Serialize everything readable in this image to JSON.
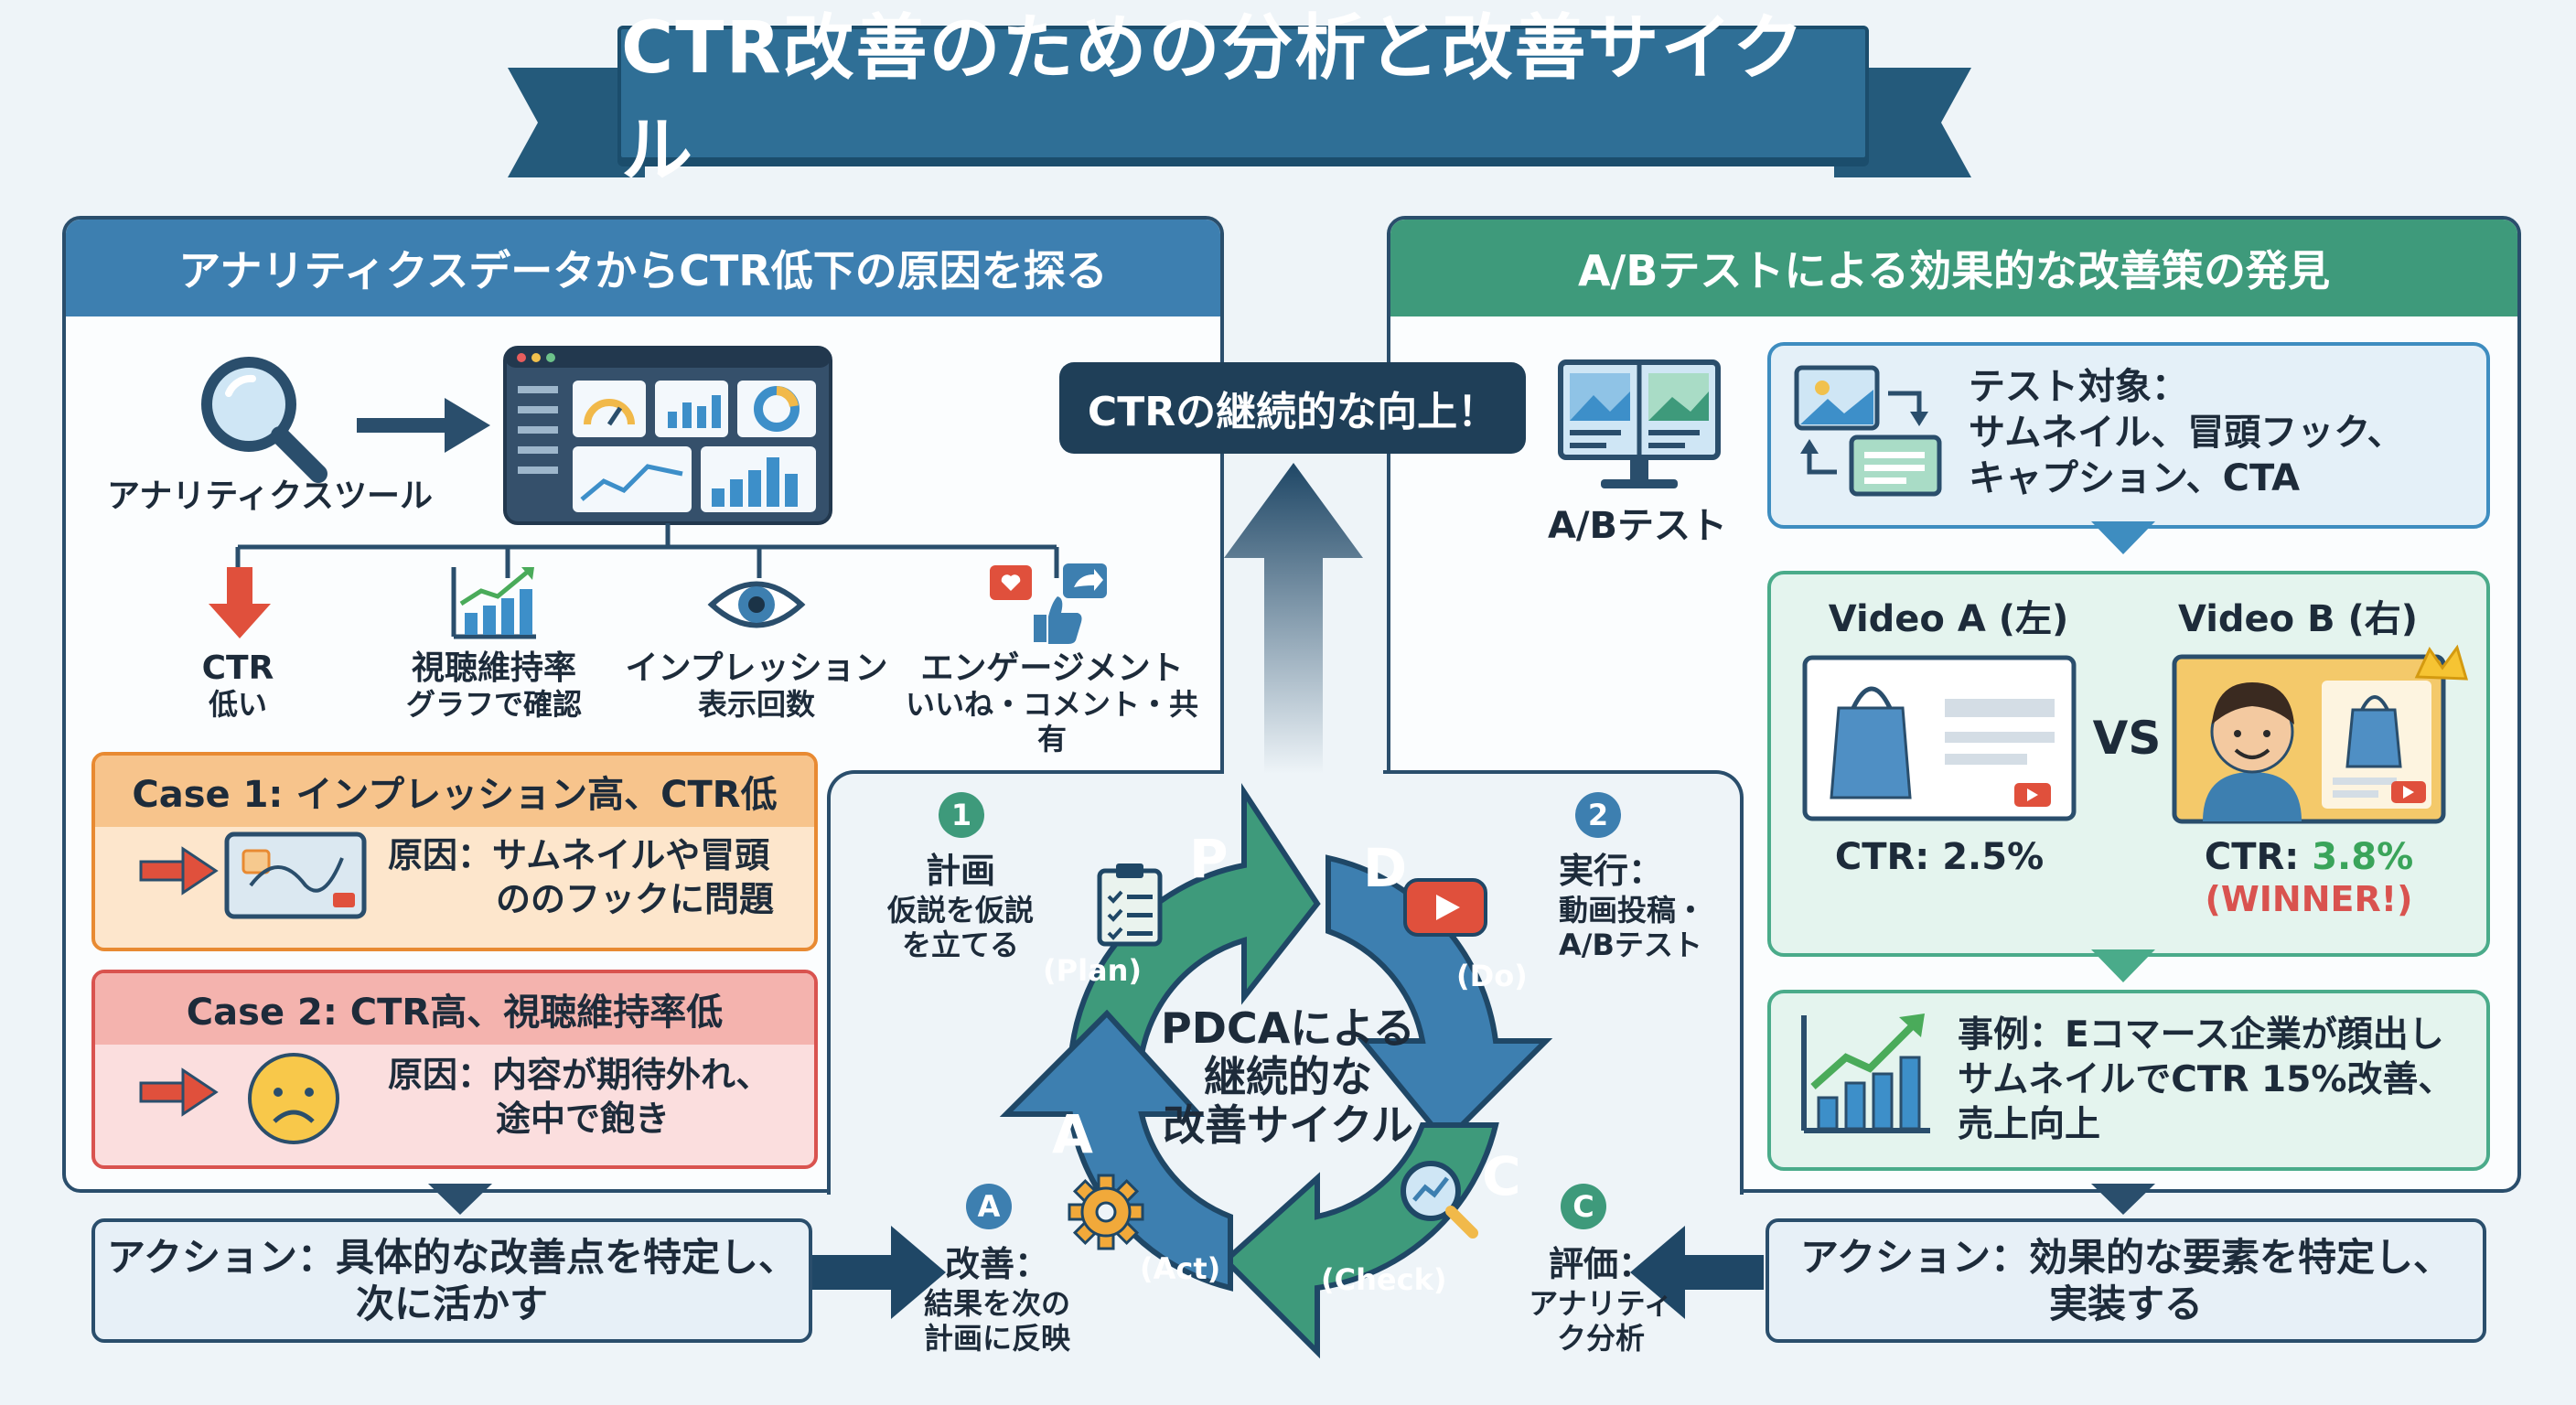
{
  "title": "CTR改善のための分析と改善サイクル",
  "center_badge": "CTRの継続的な向上！",
  "left": {
    "header": "アナリティクスデータからCTR低下の原因を探る",
    "tool_label": "アナリティクスツール",
    "metrics": [
      {
        "line1": "CTR",
        "line2": "低い"
      },
      {
        "line1": "視聴維持率",
        "line2": "グラフで確認"
      },
      {
        "line1": "インプレッション",
        "line2": "表示回数"
      },
      {
        "line1": "エンゲージメント",
        "line2": "いいね・コメント・共有"
      }
    ],
    "case1": {
      "title": "Case 1: インプレッション高、CTR低",
      "line1": "原因：サムネイルや冒頭",
      "line2": "ののフックに問題"
    },
    "case2": {
      "title": "Case 2: CTR高、視聴維持率低",
      "line1": "原因：内容が期待外れ、",
      "line2": "途中で飽き"
    },
    "action_line1": "アクション：具体的な改善点を特定し、",
    "action_line2": "次に活かす"
  },
  "right": {
    "header": "A/Bテストによる効果的な改善策の発見",
    "ab_label": "A/Bテスト",
    "target_line1": "テスト対象：",
    "target_line2": "サムネイル、冒頭フック、",
    "target_line3": "キャプション、CTA",
    "video_a": "Video A (左)",
    "video_b": "Video B (右)",
    "vs": "VS",
    "ctr_a": "CTR: 2.5%",
    "ctr_b_label": "CTR: ",
    "ctr_b_value": "3.8%",
    "winner": "(WINNER!)",
    "example_line1": "事例：Eコマース企業が顔出し",
    "example_line2": "サムネイルでCTR 15%改善、",
    "example_line3": "売上向上",
    "action_line1": "アクション：効果的な要素を特定し、",
    "action_line2": "実装する"
  },
  "cycle": {
    "center_line1": "PDCAによる",
    "center_line2": "継続的な",
    "center_line3": "改善サイクル",
    "steps": [
      {
        "num": "1",
        "letter": "P",
        "en": "(Plan)",
        "title": "計画",
        "d1": "仮説を仮説",
        "d2": "を立てる"
      },
      {
        "num": "2",
        "letter": "D",
        "en": "(Do)",
        "title": "実行：",
        "d1": "動画投稿・",
        "d2": "A/Bテスト"
      },
      {
        "num": "C",
        "letter": "C",
        "en": "(Check)",
        "title": "評価：",
        "d1": "アナリティ",
        "d2": "ク分析"
      },
      {
        "num": "A",
        "letter": "A",
        "en": "(Act)",
        "title": "改善：",
        "d1": "結果を次の",
        "d2": "計画に反映"
      }
    ]
  },
  "colors": {
    "navy": "#2a4e6c",
    "blue": "#3d7fb0",
    "green": "#3e9a7b",
    "orange": "#e88a32",
    "red": "#d9534f"
  }
}
